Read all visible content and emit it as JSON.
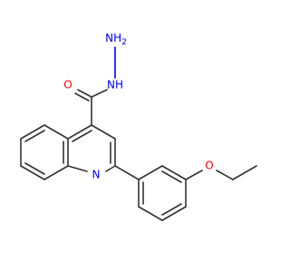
{
  "molecule": {
    "atoms": {
      "hydrazide_nh2": {
        "text": "NH",
        "subscript": "2",
        "color": "#0000ff"
      },
      "hydrazide_nh": {
        "text": "NH",
        "color": "#0000ff"
      },
      "carbonyl_o": {
        "text": "O",
        "color": "#ff0000"
      },
      "quinoline_n": {
        "text": "N",
        "color": "#0000ff"
      },
      "ether_o": {
        "text": "O",
        "color": "#ff0000"
      }
    },
    "colors": {
      "carbon_bond": "#333333",
      "nitrogen": "#0000ff",
      "oxygen": "#ff0000",
      "background": "#ffffff"
    }
  }
}
